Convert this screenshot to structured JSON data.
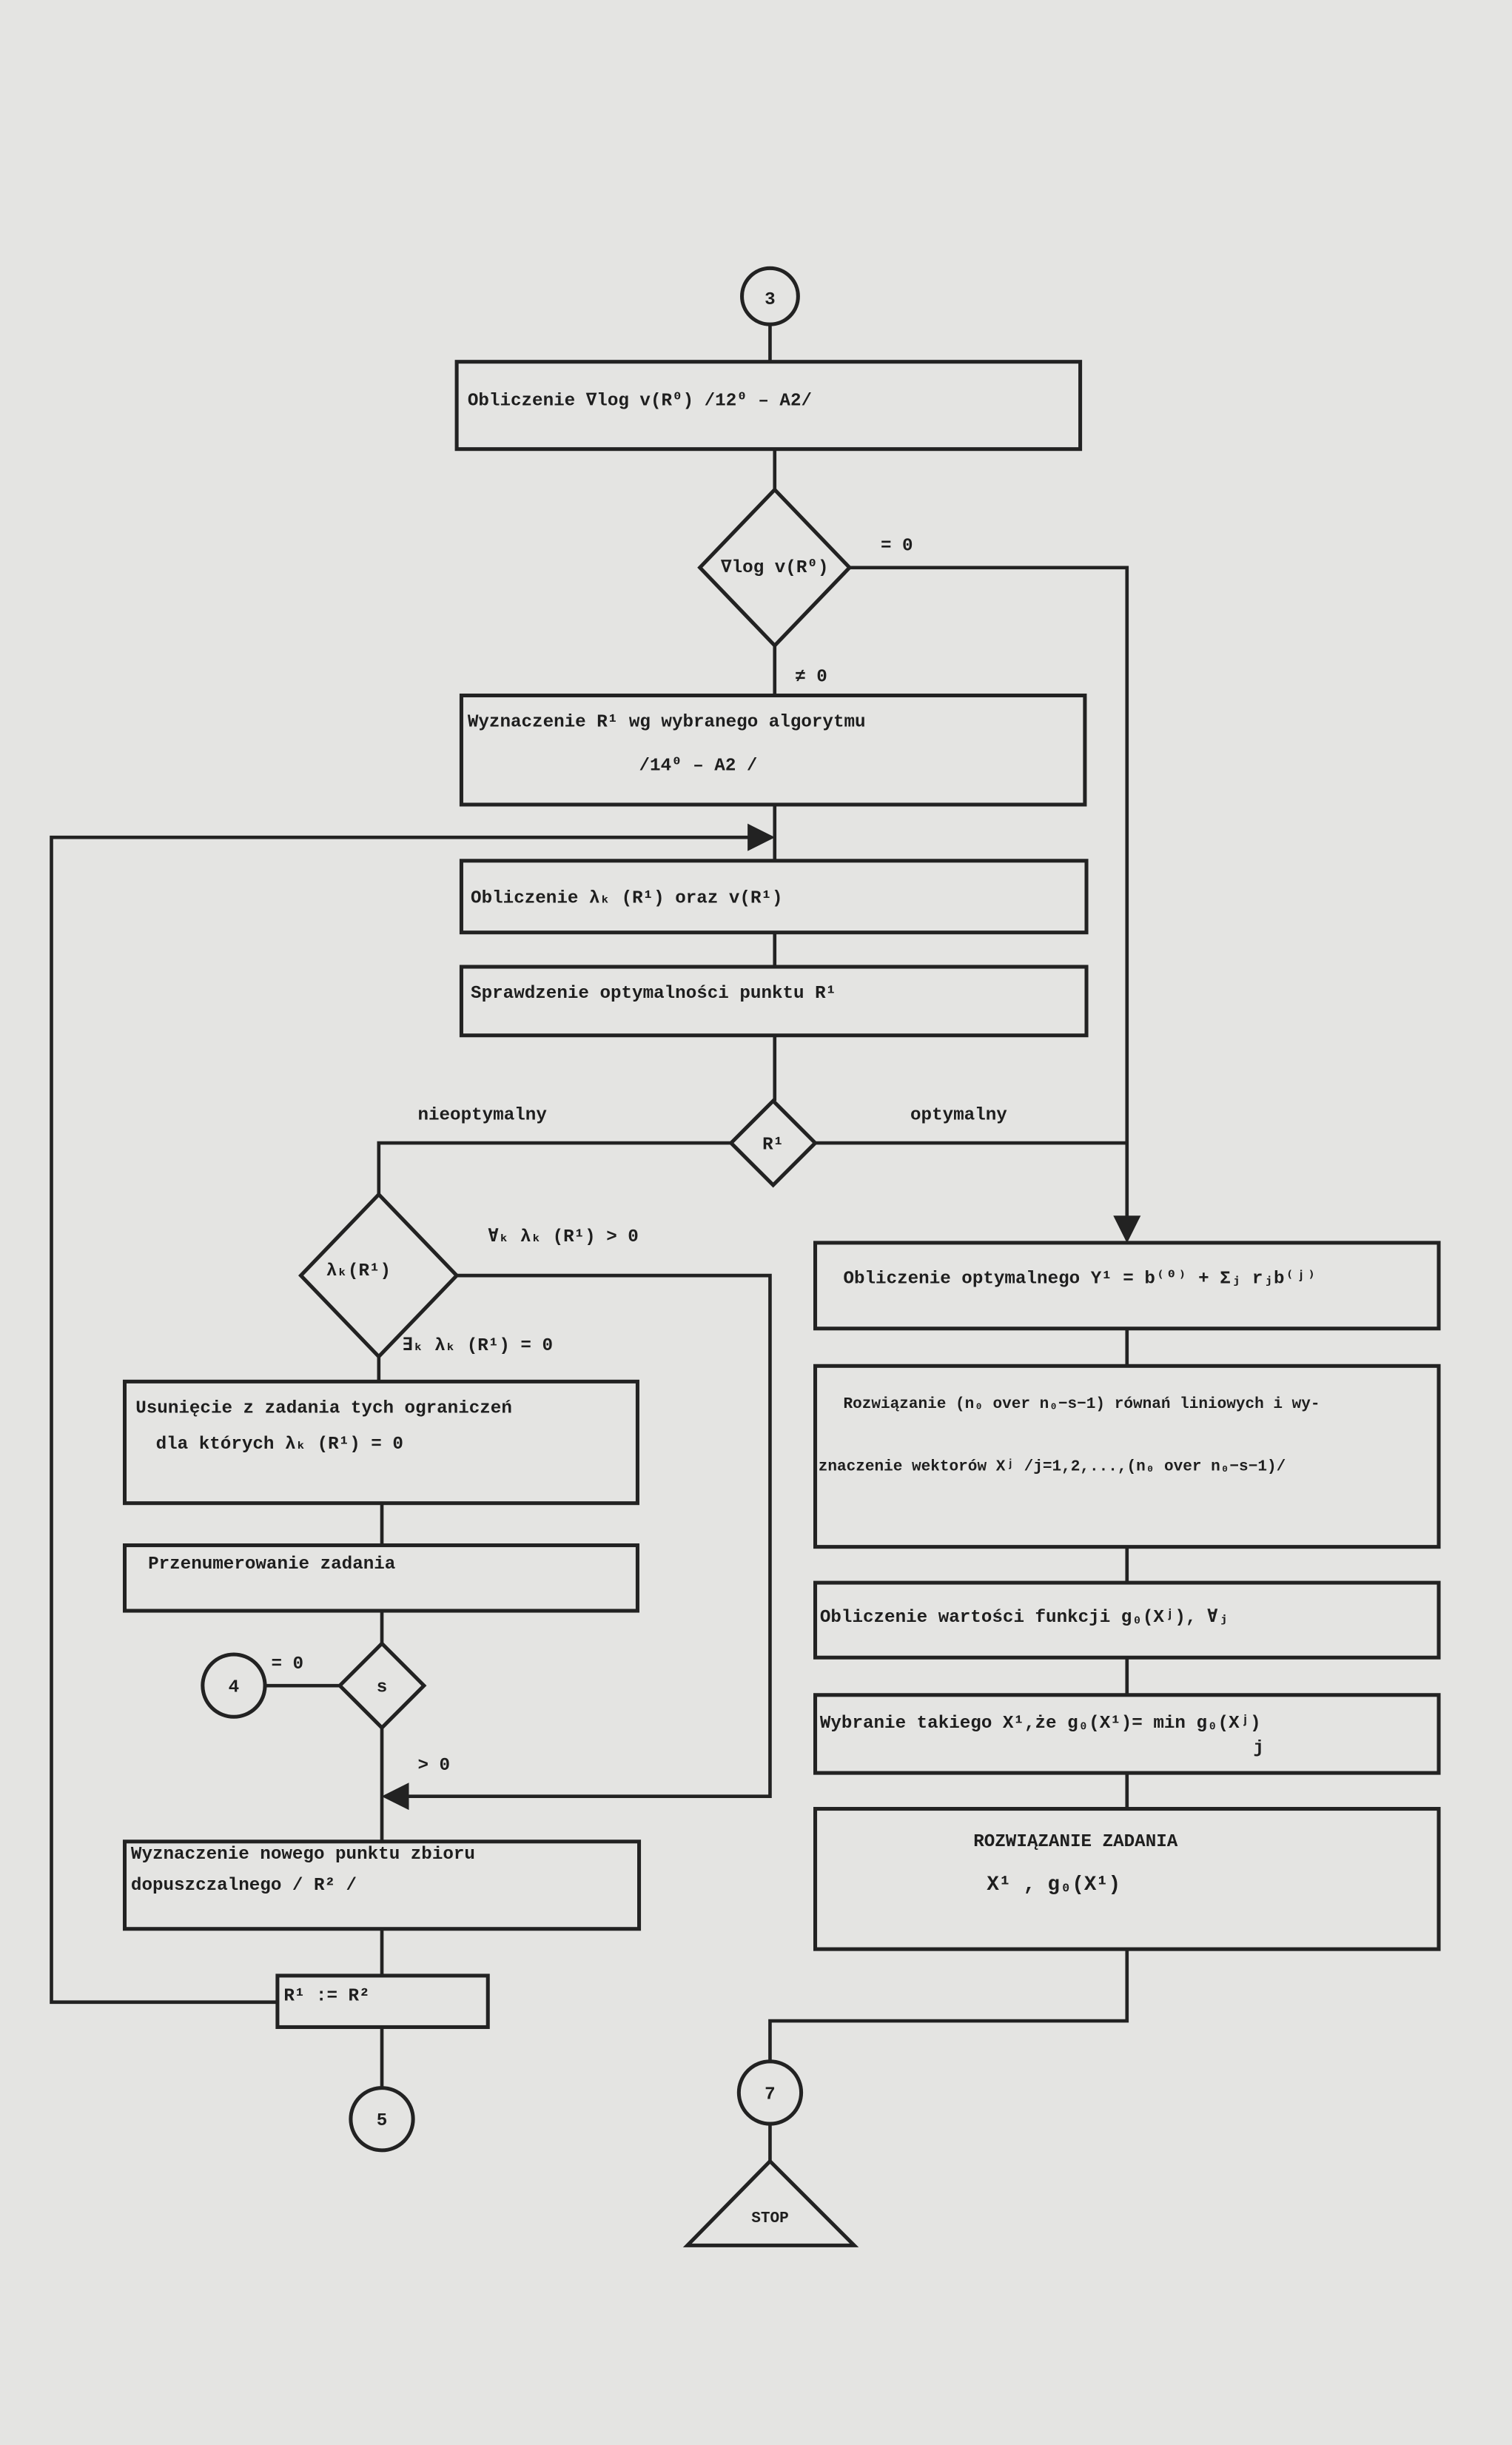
{
  "connectors": {
    "c3": "3",
    "c4": "4",
    "c5": "5",
    "c7": "7"
  },
  "stop": "STOP",
  "box_gradient": "Obliczenie  ∇log v(R⁰)  /12⁰ – A2/",
  "decision_gradient": {
    "label": "∇log v(R⁰)",
    "eq": "= 0",
    "neq": "≠ 0"
  },
  "box_r1": {
    "line1": "Wyznaczenie  R¹  wg wybranego algorytmu",
    "line2": "/14⁰ – A2 /"
  },
  "box_lambda": "Obliczenie   λₖ (R¹)  oraz   v(R¹)",
  "box_check": "Sprawdzenie optymalności punktu  R¹",
  "decision_opt": {
    "label": "R¹",
    "left": "nieoptymalny",
    "right": "optymalny"
  },
  "decision_lambda": {
    "label": "λₖ(R¹)",
    "all_pos": "∀ₖ  λₖ (R¹) > 0",
    "exists_zero": "∃ₖ  λₖ (R¹) = 0"
  },
  "box_remove": {
    "line1": "Usunięcie z zadania tych ograniczeń",
    "line2": "dla których  λₖ (R¹) = 0"
  },
  "box_renumber": "Przenumerowanie zadania",
  "decision_s": {
    "label": "s",
    "eq": "= 0",
    "gt": "> 0"
  },
  "box_new_point": {
    "line1": "Wyznaczenie nowego punktu zbioru",
    "line2": "dopuszczalnego  / R² /"
  },
  "box_assign": "R¹ := R²",
  "box_optimal_y": "Obliczenie optymalnego  Y¹ = b⁽⁰⁾ + Σⱼ rⱼb⁽ʲ⁾",
  "box_solve": {
    "line1": "Rozwiązanie (n₀ over n₀−s−1) równań liniowych i wy-",
    "line2": "znaczenie wektorów  Xʲ /j=1,2,...,(n₀ over n₀−s−1)/"
  },
  "box_values": "Obliczenie wartości funkcji  g₀(Xʲ),  ∀ⱼ",
  "box_select": "Wybranie takiego  X¹,że g₀(X¹)= min g₀(Xʲ)",
  "box_select_sub": "j",
  "box_solution": {
    "title": "ROZWIĄZANIE ZADANIA",
    "value": "X¹ ,  g₀(X¹)"
  }
}
